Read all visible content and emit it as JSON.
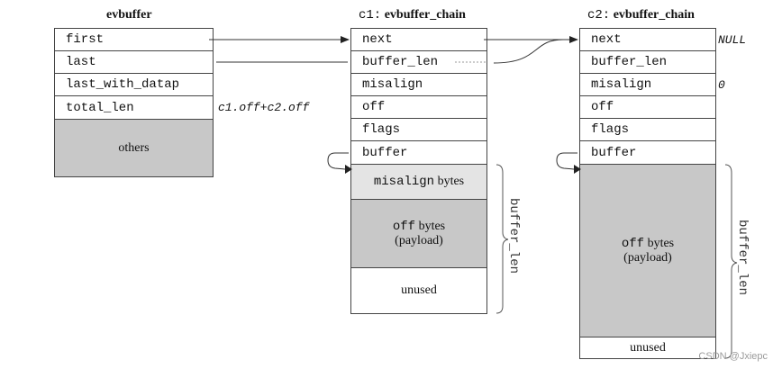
{
  "evbuffer": {
    "title": "evbuffer",
    "fields": [
      "first",
      "last",
      "last_with_datap",
      "total_len"
    ],
    "others": "others",
    "total_len_note": "c1.off+c2.off"
  },
  "c1": {
    "title_prefix": "c1:",
    "title_name": "evbuffer_chain",
    "fields": [
      "next",
      "buffer_len",
      "misalign",
      "off",
      "flags",
      "buffer"
    ],
    "misalign_block": {
      "mono": "misalign",
      "text": "bytes"
    },
    "off_block": {
      "mono": "off",
      "text": "bytes",
      "sub": "(payload)"
    },
    "unused": "unused",
    "brace_label": "buffer_len"
  },
  "c2": {
    "title_prefix": "c2:",
    "title_name": "evbuffer_chain",
    "fields": [
      "next",
      "buffer_len",
      "misalign",
      "off",
      "flags",
      "buffer"
    ],
    "next_note": "NULL",
    "misalign_note": "0",
    "off_block": {
      "mono": "off",
      "text": "bytes",
      "sub": "(payload)"
    },
    "unused": "unused",
    "brace_label": "buffer_len"
  },
  "watermark": "CSDN @Jxiepc",
  "colors": {
    "gray_block": "#c8c8c8",
    "light_gray_block": "#e4e4e4",
    "line": "#333333"
  }
}
